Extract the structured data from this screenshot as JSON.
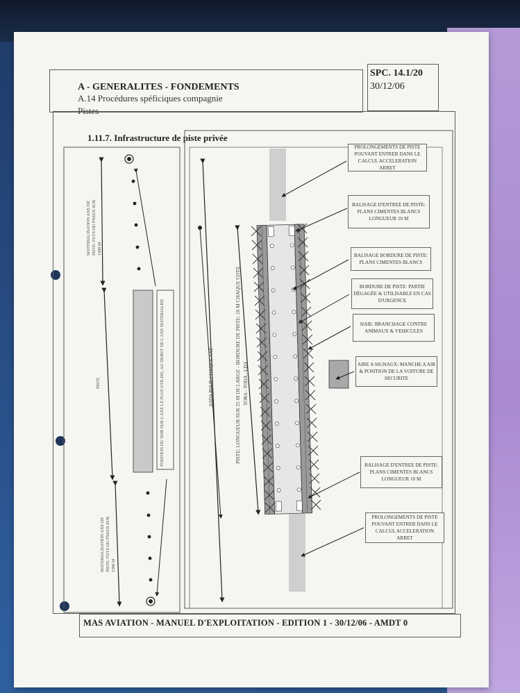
{
  "header": {
    "title": "A - GENERALITES - FONDEMENTS",
    "subtitle": "A.14 Procédures spéficiques compagnie",
    "subtitle2": "Pistes",
    "doc_code": "SPC. 14.1/20",
    "date": "30/12/06"
  },
  "section": {
    "title": "1.11.7. Infrastructure de piste privée"
  },
  "left_panel": {
    "marker_top": "MATERIALISATION AXE DE PISTE: FUTS OU PNEUS SUR 1500 M",
    "piste": "PISTE",
    "marker_bottom": "MATERIALISATION AXE DE PISTE: FUTS OU PNEUS SUR 1500 M",
    "ndb": "POSITION DU NDB SUR L'AXE LE PLUS UTILISE, AU DEBUT DE L'AXE MATERIALISE"
  },
  "right_panel": {
    "asda": "ASDA POUR CHAQUE AXE",
    "piste_desc": "PISTE: LONGUEUR SUR 25 M DE LARGE - BORDURE DE PISTE: 10 M CHAQUE COTE",
    "tora": "TORA - TODA - LDA"
  },
  "labels": {
    "prolong_top": "PROLONGEMENTS DE PISTE POUVANT ENTRER DANS LE CALCUL ACCELERATION ARRET",
    "balisage_top": "BALISAGE D'ENTREE DE PISTE: PLANS CIMENTES BLANCS LONGUEUR 10 M",
    "balisage_bordure": "BALISAGE BORDURE DE PISTE: PLANS CIMENTES BLANCS",
    "bordure": "BORDURE DE PISTE: PARTIE DÉGAGÉE & UTILISABLE EN CAS D'URGENCE",
    "haie": "HAIE: BRANCHAGE CONTRE ANIMAUX & VEHICULES",
    "aire": "AIRE A SIGNAUX: MANCHE A AIR & POSITION DE LA VOITURE DE SECURITE",
    "balisage_bottom": "BALISAGE D'ENTREE DE PISTE: PLANS CIMENTES BLANCS LONGUEUR 10 M",
    "prolong_bottom": "PROLONGEMENTS DE PISTE POUVANT ENTRER DANS LE CALCUL ACCELERATION ARRET"
  },
  "footer": {
    "text": "MAS AVIATION - MANUEL D'EXPLOITATION - EDITION 1 - 30/12/06 - AMDT 0"
  }
}
